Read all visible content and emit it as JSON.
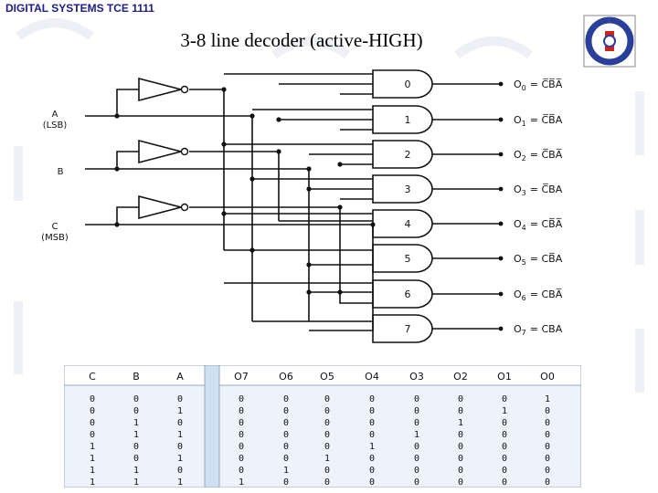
{
  "header": {
    "course": "DIGITAL SYSTEMS TCE 1111",
    "title": "3-8 line decoder (active-HIGH)"
  },
  "inputs": [
    {
      "name": "A",
      "note": "(LSB)"
    },
    {
      "name": "B",
      "note": ""
    },
    {
      "name": "C",
      "note": "(MSB)"
    }
  ],
  "gates": [
    "0",
    "1",
    "2",
    "3",
    "4",
    "5",
    "6",
    "7"
  ],
  "outputs": [
    {
      "name": "O",
      "sub": "0",
      "expr": "= C̅B̅A̅"
    },
    {
      "name": "O",
      "sub": "1",
      "expr": "= C̅B̅A"
    },
    {
      "name": "O",
      "sub": "2",
      "expr": "= C̅BA̅"
    },
    {
      "name": "O",
      "sub": "3",
      "expr": "= C̅BA"
    },
    {
      "name": "O",
      "sub": "4",
      "expr": "= CB̅A̅"
    },
    {
      "name": "O",
      "sub": "5",
      "expr": "= CB̅A"
    },
    {
      "name": "O",
      "sub": "6",
      "expr": "= CBA̅"
    },
    {
      "name": "O",
      "sub": "7",
      "expr": "= CBA"
    }
  ],
  "truth_table": {
    "input_headers": [
      "C",
      "B",
      "A"
    ],
    "output_headers": [
      "O7",
      "O6",
      "O5",
      "O4",
      "O3",
      "O2",
      "O1",
      "O0"
    ],
    "rows": [
      [
        "0",
        "0",
        "0",
        "0",
        "0",
        "0",
        "0",
        "0",
        "0",
        "0",
        "1"
      ],
      [
        "0",
        "0",
        "1",
        "0",
        "0",
        "0",
        "0",
        "0",
        "0",
        "1",
        "0"
      ],
      [
        "0",
        "1",
        "0",
        "0",
        "0",
        "0",
        "0",
        "0",
        "1",
        "0",
        "0"
      ],
      [
        "0",
        "1",
        "1",
        "0",
        "0",
        "0",
        "0",
        "1",
        "0",
        "0",
        "0"
      ],
      [
        "1",
        "0",
        "0",
        "0",
        "0",
        "0",
        "1",
        "0",
        "0",
        "0",
        "0"
      ],
      [
        "1",
        "0",
        "1",
        "0",
        "0",
        "1",
        "0",
        "0",
        "0",
        "0",
        "0"
      ],
      [
        "1",
        "1",
        "0",
        "0",
        "1",
        "0",
        "0",
        "0",
        "0",
        "0",
        "0"
      ],
      [
        "1",
        "1",
        "1",
        "1",
        "0",
        "0",
        "0",
        "0",
        "0",
        "0",
        "0"
      ]
    ]
  }
}
